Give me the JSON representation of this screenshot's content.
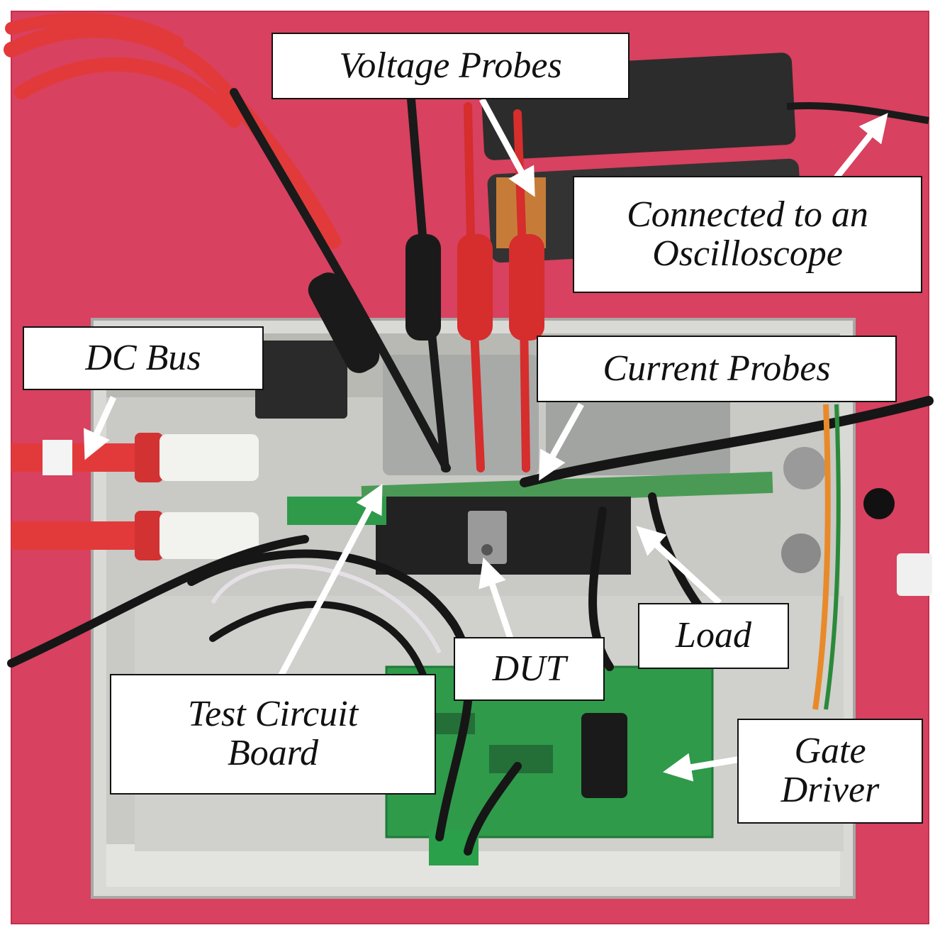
{
  "colors": {
    "tablecloth": "#d8415f",
    "enclosure": "#d9d9d6",
    "pcb_green": "#2f9a4a",
    "cable_red": "#e23a3a",
    "probe_black": "#1a1a1a",
    "label_background": "#ffffff",
    "arrow": "#ffffff"
  },
  "labels": {
    "voltage_probes": "Voltage Probes",
    "oscilloscope_line1": "Connected to an",
    "oscilloscope_line2": "Oscilloscope",
    "dc_bus": "DC Bus",
    "current_probes": "Current Probes",
    "load": "Load",
    "dut": "DUT",
    "test_circuit_line1": "Test Circuit",
    "test_circuit_line2": "Board",
    "gate_driver_line1": "Gate",
    "gate_driver_line2": "Driver"
  }
}
